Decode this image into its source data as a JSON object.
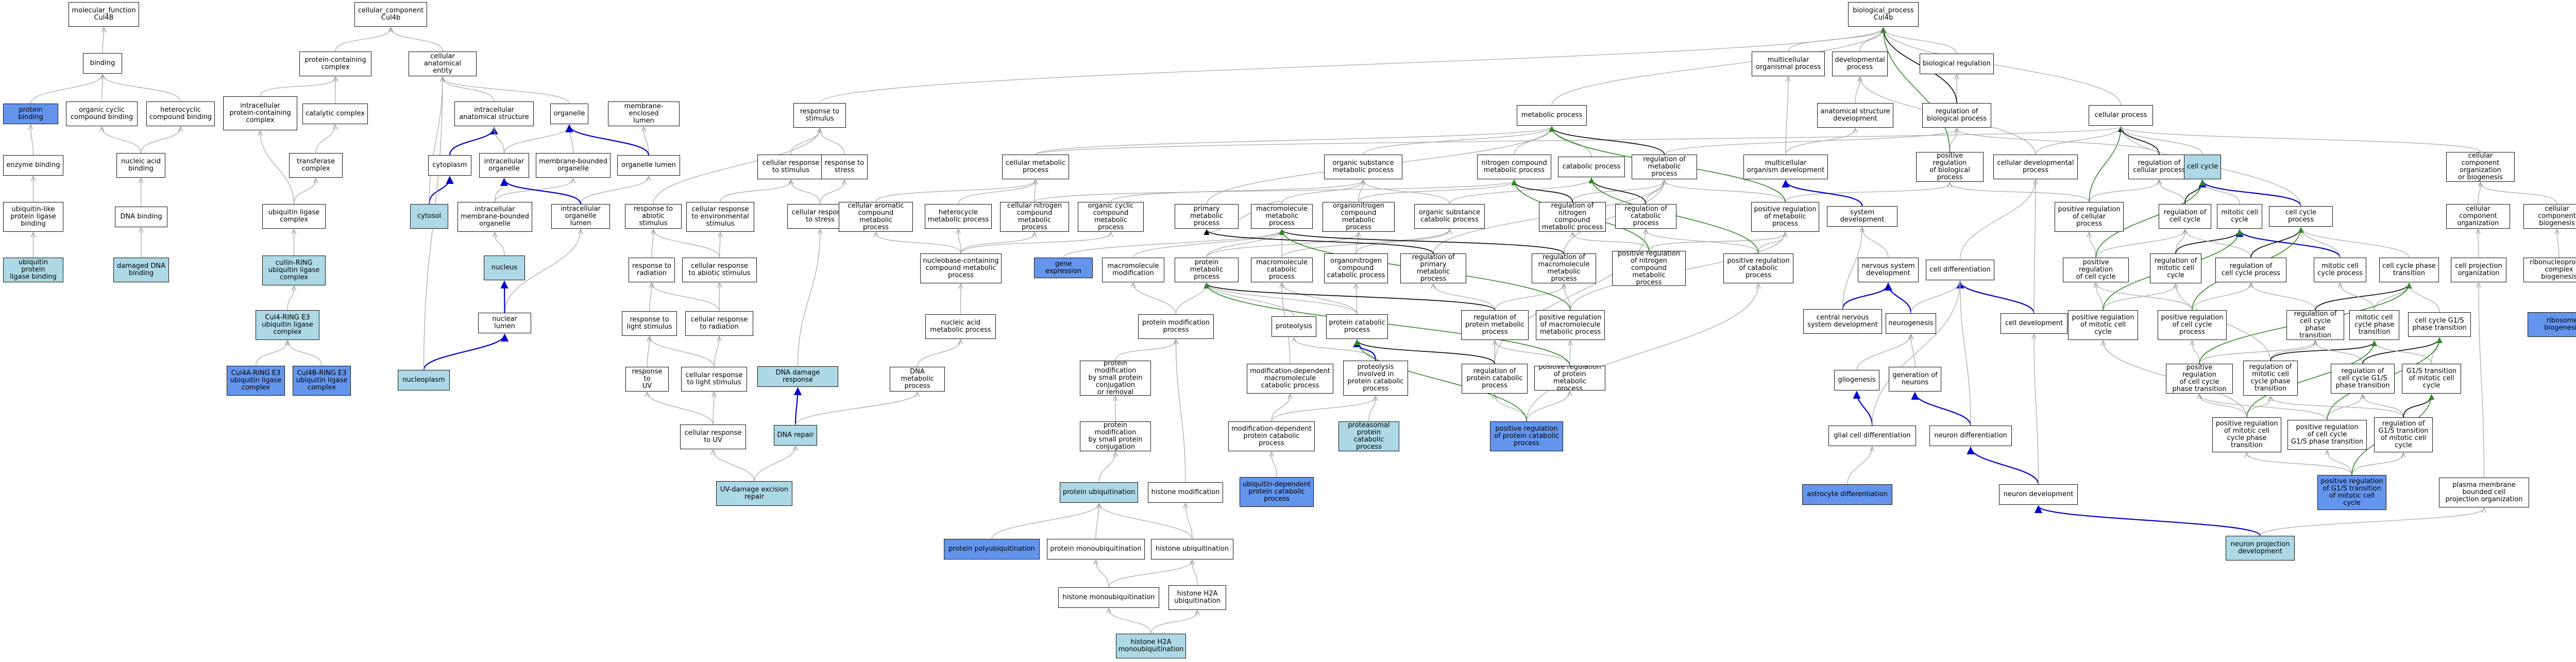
{
  "colors": {
    "light": "#add8e6",
    "dark": "#6495ed",
    "is_a": "#aaaaaa",
    "regulates": "#2e8b22",
    "part_of": "#0000cc",
    "neg": "#000000"
  },
  "nodes": {
    "mf_root": "molecular_function\nCul4B",
    "binding": "binding",
    "protein_binding": "protein binding",
    "organic_cyclic": "organic cyclic\ncompound binding",
    "heterocyclic": "heterocyclic\ncompound binding",
    "enzyme_binding": "enzyme binding",
    "nucleic_acid_binding": "nucleic acid\nbinding",
    "ubl_binding": "ubiquitin-like\nprotein ligase\nbinding",
    "dna_binding": "DNA binding",
    "ubl_protein_ligase_binding": "ubiquitin protein\nligase binding",
    "damaged_dna_binding": "damaged DNA\nbinding",
    "cc_root": "cellular_component\nCul4b",
    "protein_containing_complex": "protein-containing\ncomplex",
    "intracellular_pcc": "intracellular\nprotein-containing\ncomplex",
    "catalytic_complex": "catalytic complex",
    "transferase_complex": "transferase\ncomplex",
    "ubiquitin_ligase_complex": "ubiquitin ligase\ncomplex",
    "cullin_ring": "cullin-RING\nubiquitin ligase\ncomplex",
    "cul4_ring": "Cul4-RING E3\nubiquitin ligase\ncomplex",
    "cul4a_ring": "Cul4A-RING E3\nubiquitin ligase\ncomplex",
    "cul4b_ring": "Cul4B-RING E3\nubiquitin ligase\ncomplex",
    "cellular_anatomical_entity": "cellular anatomical\nentity",
    "intracellular_anatomical": "intracellular\nanatomical structure",
    "organelle": "organelle",
    "membrane_enclosed_lumen": "membrane-enclosed\nlumen",
    "cytoplasm": "cytoplasm",
    "intracellular_organelle": "intracellular\norganelle",
    "membrane_bounded_organelle": "membrane-bounded\norganelle",
    "organelle_lumen": "organelle lumen",
    "cytosol": "cytosol",
    "intracellular_mb_organelle": "intracellular\nmembrane-bounded\norganelle",
    "intracellular_organelle_lumen": "intracellular\norganelle lumen",
    "nucleus": "nucleus",
    "nuclear_lumen": "nuclear lumen",
    "nucleoplasm": "nucleoplasm",
    "response_to_stimulus": "response to\nstimulus",
    "cellular_response_to_stimulus": "cellular response\nto stimulus",
    "response_to_stress": "response to\nstress",
    "response_abiotic": "response to\nabiotic stimulus",
    "cellular_response_env": "cellular response\nto environmental\nstimulus",
    "cellular_response_stress": "cellular response\nto stress",
    "response_radiation": "response to\nradiation",
    "cellular_response_abiotic": "cellular response\nto abiotic stimulus",
    "response_light": "response to\nlight stimulus",
    "cellular_response_radiation": "cellular response\nto radiation",
    "response_uv": "response to\nUV",
    "cellular_response_light": "cellular response\nto light stimulus",
    "cellular_response_uv": "cellular response\nto UV",
    "uv_damage_excision": "UV-damage excision\nrepair",
    "dna_damage_response": "DNA damage response",
    "dna_repair": "DNA repair",
    "dna_metabolic": "DNA metabolic\nprocess",
    "bp_root": "biological_process\nCul4b",
    "multicellular_organismal": "multicellular\norganismal process",
    "developmental_process": "developmental\nprocess",
    "biological_regulation": "biological regulation",
    "anatomical_structure_dev": "anatomical structure\ndevelopment",
    "regulation_biological": "regulation of\nbiological process",
    "metabolic_process": "metabolic process",
    "cellular_process": "cellular process",
    "cellular_metabolic": "cellular metabolic\nprocess",
    "organic_substance_metabolic": "organic substance\nmetabolic process",
    "nitrogen_compound_metabolic": "nitrogen compound\nmetabolic process",
    "catabolic_process": "catabolic process",
    "regulation_metabolic": "regulation of\nmetabolic process",
    "multicellular_organism_dev": "multicellular\norganism development",
    "positive_reg_biological": "positive regulation\nof biological\nprocess",
    "cellular_developmental": "cellular developmental\nprocess",
    "positive_reg_cellular": "positive regulation\nof cellular\nprocess",
    "regulation_cellular": "regulation of\ncellular process",
    "cell_cycle": "cell cycle",
    "cellular_component_org_bio": "cellular component\norganization\nor biogenesis",
    "cellular_aromatic": "cellular aromatic\ncompound metabolic\nprocess",
    "heterocycle_metabolic": "heterocycle\nmetabolic process",
    "cellular_nitrogen_compound": "cellular nitrogen\ncompound metabolic\nprocess",
    "organic_cyclic_metabolic": "organic cyclic\ncompound metabolic\nprocess",
    "primary_metabolic": "primary metabolic\nprocess",
    "macromolecule_metabolic": "macromolecule\nmetabolic process",
    "organonitrogen_compound": "organonitrogen\ncompound metabolic\nprocess",
    "organic_substance_catabolic": "organic substance\ncatabolic process",
    "reg_nitrogen_compound": "regulation of\nnitrogen compound\nmetabolic process",
    "reg_catabolic": "regulation of\ncatabolic process",
    "positive_reg_metabolic": "positive regulation\nof metabolic\nprocess",
    "system_development": "system development",
    "cell_differentiation": "cell differentiation",
    "reg_cell_cycle": "regulation of\ncell cycle",
    "mitotic_cell_cycle": "mitotic cell\ncycle",
    "cell_cycle_process": "cell cycle process",
    "cellular_component_org": "cellular component\norganization",
    "cellular_component_bio": "cellular component\nbiogenesis",
    "nucleobase_containing": "nucleobase-containing\ncompound metabolic\nprocess",
    "gene_expression": "gene expression",
    "macromolecule_modification": "macromolecule\nmodification",
    "protein_metabolic": "protein metabolic\nprocess",
    "macromolecule_catabolic": "macromolecule\ncatabolic process",
    "organonitrogen_catabolic": "organonitrogen\ncompound\ncatabolic process",
    "reg_primary_metabolic": "regulation of\nprimary metabolic\nprocess",
    "reg_macromolecule_metabolic": "regulation of\nmacromolecule\nmetabolic process",
    "pos_reg_nitrogen_compound": "positive regulation\nof nitrogen\ncompound metabolic\nprocess",
    "pos_reg_catabolic": "positive regulation\nof catabolic\nprocess",
    "nervous_system_dev": "nervous system\ndevelopment",
    "cell_development": "cell development",
    "pos_reg_cell_cycle": "positive regulation\nof cell cycle",
    "reg_mitotic_cell_cycle": "regulation of\nmitotic cell\ncycle",
    "reg_cell_cycle_process": "regulation of\ncell cycle process",
    "mitotic_cell_cycle_process": "mitotic cell\ncycle process",
    "cell_cycle_phase_transition": "cell cycle phase\ntransition",
    "cell_projection_org": "cell projection\norganization",
    "ribonucleoprotein_bio": "ribonucleoprotein\ncomplex biogenesis",
    "nucleic_acid_metabolic": "nucleic acid\nmetabolic process",
    "protein_modification_process": "protein modification\nprocess",
    "proteolysis": "proteolysis",
    "protein_catabolic": "protein catabolic\nprocess",
    "reg_protein_metabolic": "regulation of\nprotein metabolic\nprocess",
    "pos_reg_macromolecule_metabolic": "positive regulation\nof macromolecule\nmetabolic process",
    "central_nervous_system_dev": "central nervous\nsystem development",
    "neurogenesis": "neurogenesis",
    "pos_reg_mitotic_cell_cycle": "positive regulation\nof mitotic cell\ncycle",
    "pos_reg_cell_cycle_process": "positive regulation\nof cell cycle\nprocess",
    "reg_cell_cycle_phase_transition": "regulation of\ncell cycle phase\ntransition",
    "mitotic_cell_cycle_phase_transition": "mitotic cell\ncycle phase\ntransition",
    "cell_cycle_g1s": "cell cycle G1/S\nphase transition",
    "ribosome_biogenesis": "ribosome biogenesis",
    "protein_mod_small_protein": "protein modification\nby small protein\nconjugation\nor removal",
    "modification_dependent_macromolecule": "modification-dependent\nmacromolecule\ncatabolic process",
    "proteolysis_protein_catabolic": "proteolysis\ninvolved in\nprotein catabolic\nprocess",
    "reg_protein_catabolic": "regulation of\nprotein catabolic\nprocess",
    "pos_reg_protein_metabolic": "positive regulation\nof protein metabolic\nprocess",
    "gliogenesis": "gliogenesis",
    "generation_of_neurons": "generation of\nneurons",
    "pos_reg_cell_cycle_phase_transition": "positive regulation\nof cell cycle\nphase transition",
    "reg_mitotic_cell_cycle_phase_transition": "regulation of\nmitotic cell\ncycle phase\ntransition",
    "reg_cell_cycle_g1s": "regulation of\ncell cycle G1/S\nphase transition",
    "g1s_mitotic": "G1/S transition\nof mitotic cell\ncycle",
    "protein_mod_small_protein_conj": "protein modification\nby small protein\nconjugation",
    "modification_dependent_protein": "modification-dependent\nprotein catabolic\nprocess",
    "proteasomal_protein_catabolic": "proteasomal\nprotein catabolic\nprocess",
    "pos_reg_protein_catabolic": "positive regulation\nof protein catabolic\nprocess",
    "glial_cell_differentiation": "glial cell differentiation",
    "neuron_differentiation": "neuron differentiation",
    "pos_reg_mitotic_phase_transition": "positive regulation\nof mitotic cell\ncycle phase\ntransition",
    "pos_reg_cell_cycle_g1s": "positive regulation\nof cell cycle\nG1/S phase transition",
    "reg_g1s_mitotic": "regulation of\nG1/S transition\nof mitotic cell\ncycle",
    "protein_ubiquitination": "protein ubiquitination",
    "histone_modification": "histone modification",
    "ubiquitin_dependent_protein_catabolic": "ubiquitin-dependent\nprotein catabolic\nprocess",
    "astrocyte_differentiation": "astrocyte differentiation",
    "neuron_development": "neuron development",
    "pos_reg_g1s_mitotic": "positive regulation\nof G1/S transition\nof mitotic cell\ncycle",
    "plasma_membrane_bounded": "plasma membrane\nbounded cell\nprojection organization",
    "protein_polyubiquitination": "protein polyubiquitination",
    "protein_monoubiquitination": "protein monoubiquitination",
    "histone_ubiquitination": "histone ubiquitination",
    "neuron_projection_dev": "neuron projection\ndevelopment",
    "histone_monoubiquitination": "histone monoubiquitination",
    "histone_h2a_ubiquitination": "histone H2A\nubiquitination",
    "histone_h2a_monoubiquitination": "histone H2A\nmonoubiquitination"
  }
}
